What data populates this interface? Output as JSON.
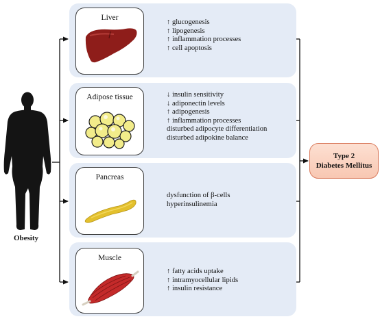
{
  "figure": {
    "label": "Obesity"
  },
  "outcome": {
    "line1": "Type 2",
    "line2": "Diabetes Mellitus"
  },
  "organs": [
    {
      "title": "Liver",
      "effects": [
        "↑ glucogenesis",
        "↑ lipogenesis",
        "↑ inflammation processes",
        "↑ cell apoptosis"
      ]
    },
    {
      "title": "Adipose tissue",
      "effects": [
        "↓ insulin sensitivity",
        "↓ adiponectin levels",
        "↑ adipogenesis",
        "↑ inflammation processes",
        "disturbed adipocyte differentiation",
        "disturbed adipokine balance"
      ]
    },
    {
      "title": "Pancreas",
      "effects": [
        "dysfunction of β-cells",
        "hyperinsulinemia"
      ]
    },
    {
      "title": "Muscle",
      "effects": [
        "↑ fatty acids uptake",
        "↑ intramyocellular lipids",
        "↑ insulin resistance"
      ]
    }
  ]
}
